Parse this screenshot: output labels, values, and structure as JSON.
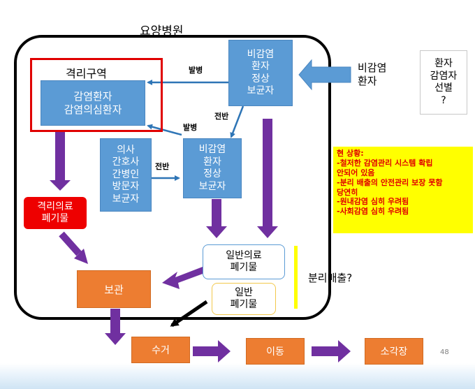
{
  "hospital_label": "요양병원",
  "isolation_area": {
    "title": "격리구역",
    "patients": "감염환자\n감염의심환자"
  },
  "noninfected_top": "비감염\n환자\n정상\n보균자",
  "noninfected_mid": "비감염\n환자\n정상\n보균자",
  "staff": "의사\n간호사\n간병인\n방문자\n보균자",
  "outside_noninfected": "비감염\n환자",
  "patient_screening": "환자\n감염자\n선별\n?",
  "isolation_waste": "격리의료\n폐기물",
  "general_medical_waste": "일반의료\n폐기물",
  "general_waste": "일반\n폐기물",
  "storage": "보관",
  "collection": "수거",
  "transport": "이동",
  "incineration": "소각장",
  "arrow_labels": {
    "onset_1": "발병",
    "onset_2": "발병",
    "spread_1": "전반",
    "spread_2": "전반"
  },
  "separate_discharge": "분리배출?",
  "current_status": {
    "title": "현 상황:",
    "lines": [
      "-철저한 감염관리 시스템 확립\n 안되어 있음",
      "-분리 배출의 안전관리 보장 못함\n 당연히",
      "-원내감염  심히 우려됨",
      "-사회감염  심히 우려됨"
    ]
  },
  "page_number": "48",
  "colors": {
    "box_blue": "#5b9bd5",
    "arrow_blue": "#2e75b6",
    "orange": "#ed7d31",
    "purple": "#7030a0",
    "isolation_red": "#e00000",
    "status_yellow": "#ffff00",
    "status_text_red": "#e00000"
  }
}
